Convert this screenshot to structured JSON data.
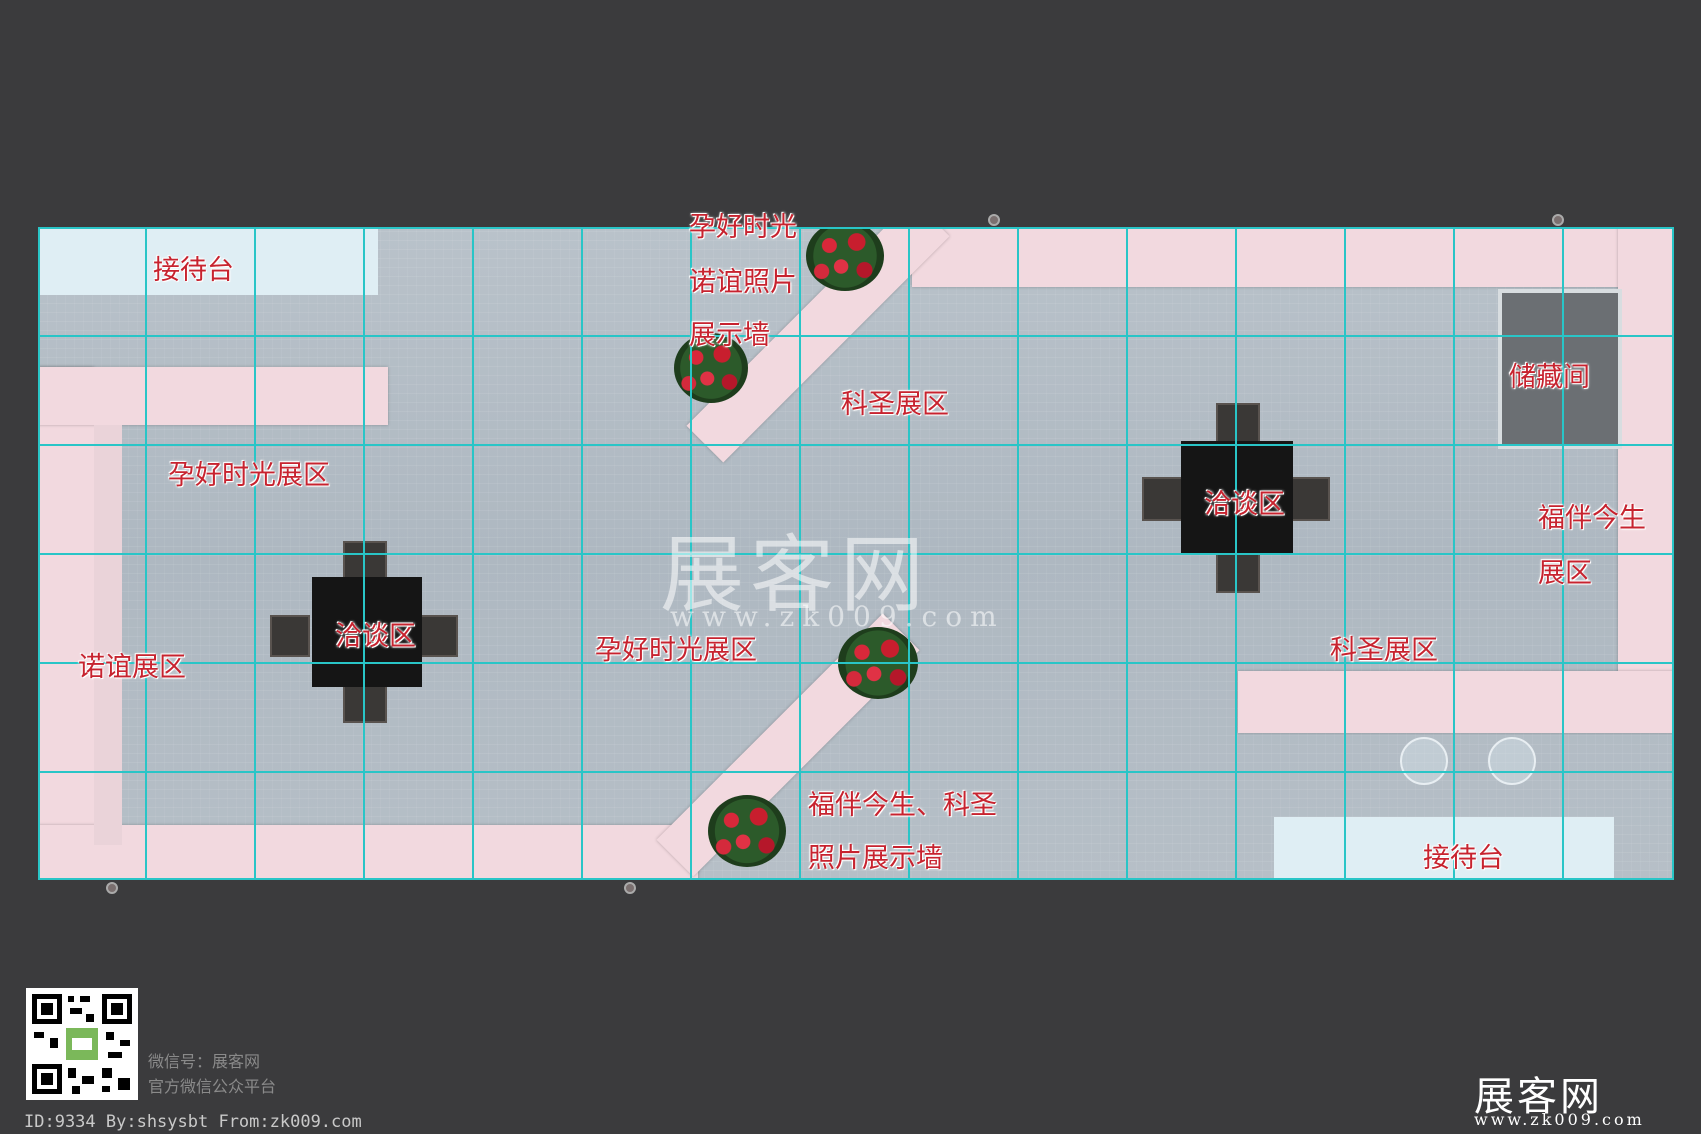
{
  "labels": {
    "reception_top_left": "接待台",
    "photo_wall_1_line1": "孕好时光",
    "photo_wall_1_line2": "诺谊照片",
    "photo_wall_1_line3": "展示墙",
    "kesheng_zone_top": "科圣展区",
    "storage_room": "储藏间",
    "yunhao_zone_left": "孕好时光展区",
    "negotiation_right": "洽谈区",
    "fuban_zone_line1": "福伴今生",
    "fuban_zone_line2": "展区",
    "negotiation_left": "洽谈区",
    "nuoyi_zone": "诺谊展区",
    "yunhao_zone_center": "孕好时光展区",
    "kesheng_zone_right": "科圣展区",
    "photo_wall_2_line1": "福伴今生、科圣",
    "photo_wall_2_line2": "照片展示墙",
    "reception_bottom_right": "接待台"
  },
  "watermark": {
    "title": "展客网",
    "url": "www.zk009.com"
  },
  "footer": {
    "wechat_line1": "微信号：展客网",
    "wechat_line2": "官方微信公众平台",
    "credit": "ID:9334 By:shsysbt From:zk009.com",
    "brand_title": "展客网",
    "brand_url": "www.zk009.com"
  },
  "colors": {
    "grid": "#29c5c7",
    "label": "#c7232f",
    "wall": "#f2d9df",
    "background": "#3b3b3d"
  }
}
